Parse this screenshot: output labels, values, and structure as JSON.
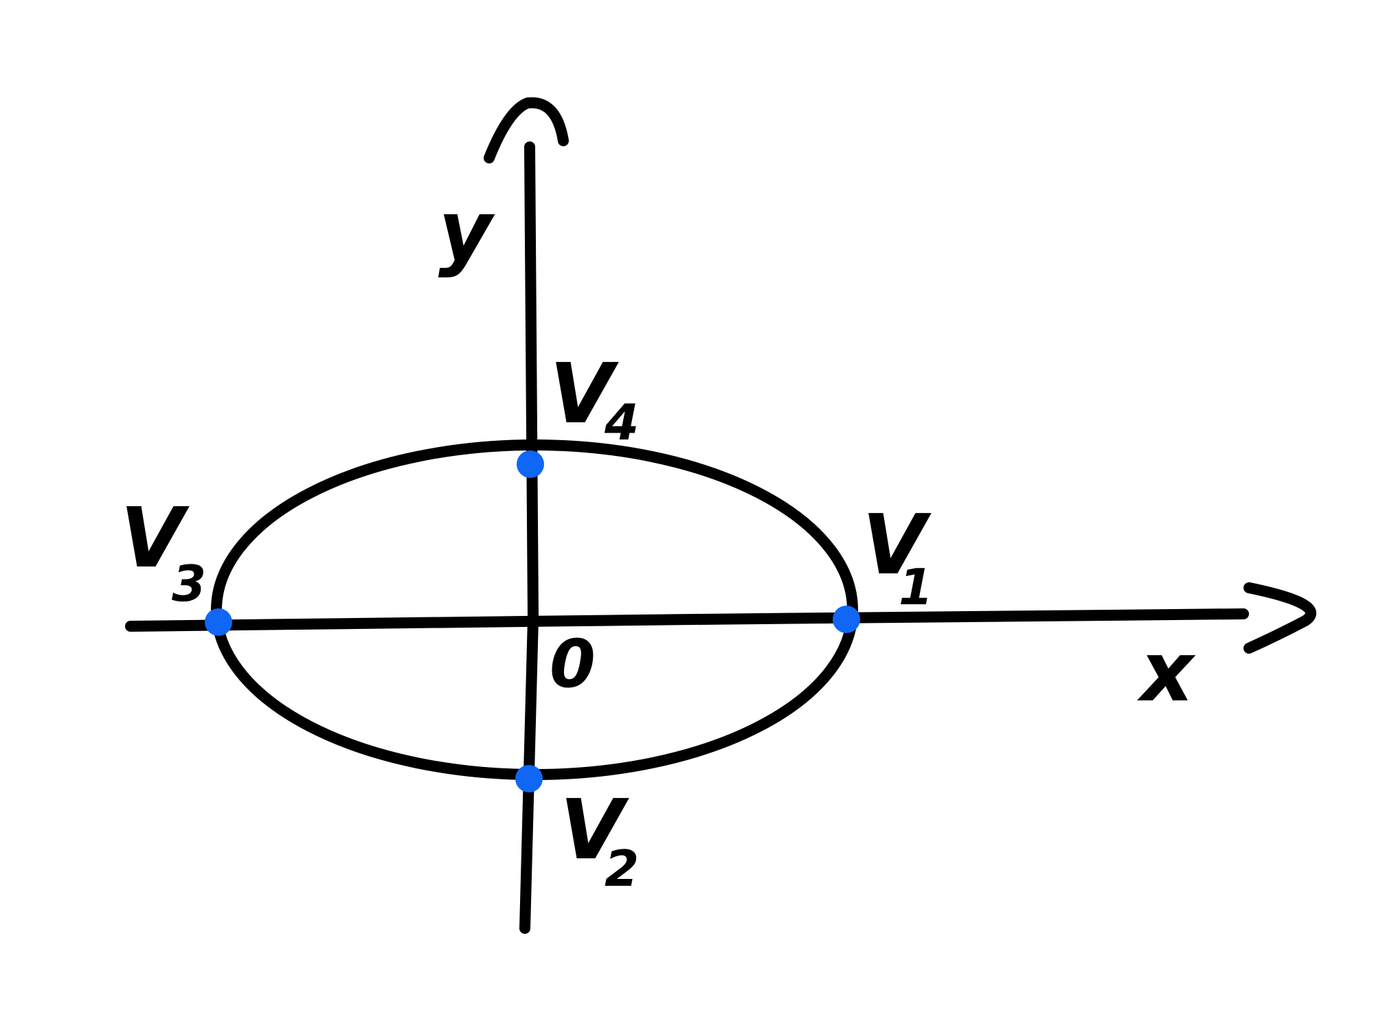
{
  "diagram": {
    "axes": {
      "x_label": "x",
      "y_label": "y",
      "origin_label": "0"
    },
    "vertices": [
      {
        "id": "v1",
        "letter": "V",
        "subscript": "1"
      },
      {
        "id": "v2",
        "letter": "V",
        "subscript": "2"
      },
      {
        "id": "v3",
        "letter": "V",
        "subscript": "3"
      },
      {
        "id": "v4",
        "letter": "V",
        "subscript": "4"
      }
    ],
    "colors": {
      "stroke": "#000000",
      "vertex_dot": "#1066f5",
      "background": "#ffffff"
    }
  }
}
